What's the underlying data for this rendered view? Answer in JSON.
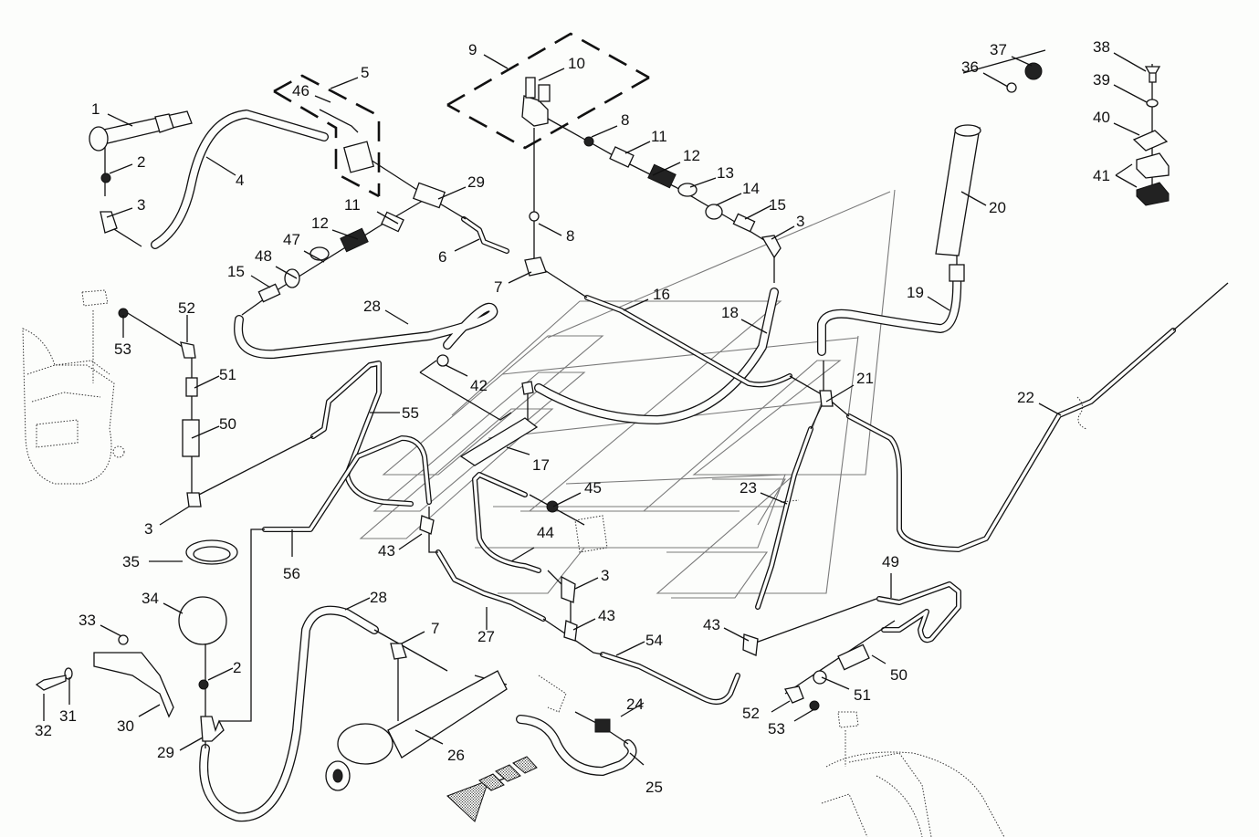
{
  "diagram": {
    "title": "Hydraulic lines exploded parts diagram",
    "background_color": "#fcfdfb",
    "line_color": "#111111",
    "callouts": [
      {
        "id": "c1",
        "text": "1"
      },
      {
        "id": "c2a",
        "text": "2"
      },
      {
        "id": "c3a",
        "text": "3"
      },
      {
        "id": "c4",
        "text": "4"
      },
      {
        "id": "c5",
        "text": "5"
      },
      {
        "id": "c46",
        "text": "46"
      },
      {
        "id": "c9",
        "text": "9"
      },
      {
        "id": "c10",
        "text": "10"
      },
      {
        "id": "c8a",
        "text": "8"
      },
      {
        "id": "c11a",
        "text": "11"
      },
      {
        "id": "c12a",
        "text": "12"
      },
      {
        "id": "c13",
        "text": "13"
      },
      {
        "id": "c14",
        "text": "14"
      },
      {
        "id": "c15a",
        "text": "15"
      },
      {
        "id": "c3b",
        "text": "3"
      },
      {
        "id": "c29a",
        "text": "29"
      },
      {
        "id": "c11b",
        "text": "11"
      },
      {
        "id": "c12b",
        "text": "12"
      },
      {
        "id": "c47",
        "text": "47"
      },
      {
        "id": "c48",
        "text": "48"
      },
      {
        "id": "c15b",
        "text": "15"
      },
      {
        "id": "c8b",
        "text": "8"
      },
      {
        "id": "c6",
        "text": "6"
      },
      {
        "id": "c7a",
        "text": "7"
      },
      {
        "id": "c16",
        "text": "16"
      },
      {
        "id": "c18",
        "text": "18"
      },
      {
        "id": "c19",
        "text": "19"
      },
      {
        "id": "c20",
        "text": "20"
      },
      {
        "id": "c36",
        "text": "36"
      },
      {
        "id": "c37",
        "text": "37"
      },
      {
        "id": "c38",
        "text": "38"
      },
      {
        "id": "c39",
        "text": "39"
      },
      {
        "id": "c40",
        "text": "40"
      },
      {
        "id": "c41",
        "text": "41"
      },
      {
        "id": "c28a",
        "text": "28"
      },
      {
        "id": "c52a",
        "text": "52"
      },
      {
        "id": "c53a",
        "text": "53"
      },
      {
        "id": "c51a",
        "text": "51"
      },
      {
        "id": "c50a",
        "text": "50"
      },
      {
        "id": "c3c",
        "text": "3"
      },
      {
        "id": "c42",
        "text": "42"
      },
      {
        "id": "c55",
        "text": "55"
      },
      {
        "id": "c17",
        "text": "17"
      },
      {
        "id": "c21",
        "text": "21"
      },
      {
        "id": "c22",
        "text": "22"
      },
      {
        "id": "c23",
        "text": "23"
      },
      {
        "id": "c45",
        "text": "45"
      },
      {
        "id": "c44",
        "text": "44"
      },
      {
        "id": "c43a",
        "text": "43"
      },
      {
        "id": "c3d",
        "text": "3"
      },
      {
        "id": "c35",
        "text": "35"
      },
      {
        "id": "c56",
        "text": "56"
      },
      {
        "id": "c34",
        "text": "34"
      },
      {
        "id": "c33",
        "text": "33"
      },
      {
        "id": "c31",
        "text": "31"
      },
      {
        "id": "c32",
        "text": "32"
      },
      {
        "id": "c30",
        "text": "30"
      },
      {
        "id": "c2b",
        "text": "2"
      },
      {
        "id": "c29b",
        "text": "29"
      },
      {
        "id": "c28b",
        "text": "28"
      },
      {
        "id": "c7b",
        "text": "7"
      },
      {
        "id": "c26",
        "text": "26"
      },
      {
        "id": "c27",
        "text": "27"
      },
      {
        "id": "c43b",
        "text": "43"
      },
      {
        "id": "c54",
        "text": "54"
      },
      {
        "id": "c24",
        "text": "24"
      },
      {
        "id": "c25",
        "text": "25"
      },
      {
        "id": "c43c",
        "text": "43"
      },
      {
        "id": "c49",
        "text": "49"
      },
      {
        "id": "c50b",
        "text": "50"
      },
      {
        "id": "c51b",
        "text": "51"
      },
      {
        "id": "c52b",
        "text": "52"
      },
      {
        "id": "c53b",
        "text": "53"
      }
    ],
    "icons": {
      "direction_arrow": "forward-direction-arrow-icon"
    }
  }
}
